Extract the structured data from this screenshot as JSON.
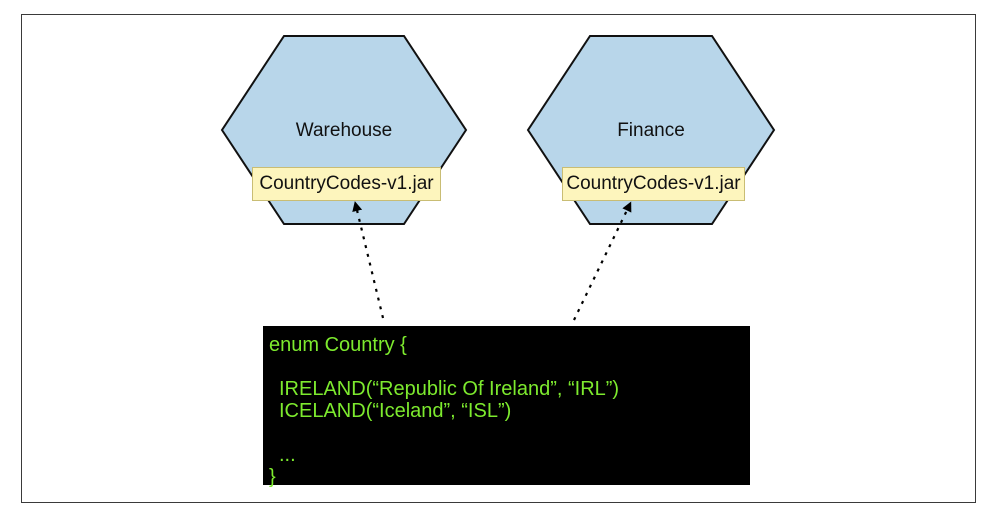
{
  "diagram": {
    "services": [
      {
        "name": "Warehouse",
        "jar": "CountryCodes-v1.jar"
      },
      {
        "name": "Finance",
        "jar": "CountryCodes-v1.jar"
      }
    ],
    "code": {
      "header": "enum Country {",
      "entries": [
        "IRELAND(“Republic Of Ireland”, “IRL”)",
        "ICELAND(“Iceland”, “ISL”)"
      ],
      "ellipsis": "...",
      "footer": "}"
    },
    "colors": {
      "hexagon_fill": "#b8d6ea",
      "hexagon_stroke": "#111111",
      "jar_fill": "#fdf5bd",
      "code_bg": "#000000",
      "code_text": "#7dea2e"
    }
  }
}
